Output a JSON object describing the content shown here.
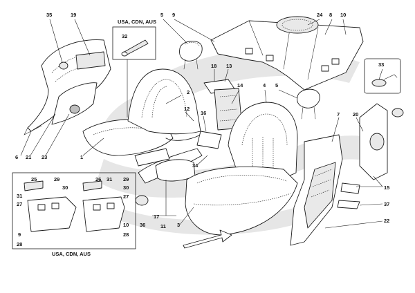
{
  "callouts": {
    "c35": "35",
    "c19": "19",
    "c5a": "5",
    "c9a": "9",
    "c24": "24",
    "c8": "8",
    "c10a": "10",
    "c32": "32",
    "c33": "33",
    "c18": "18",
    "c13": "13",
    "c2": "2",
    "c12": "12",
    "c14": "14",
    "c4": "4",
    "c5b": "5",
    "c7": "7",
    "c20": "20",
    "c16": "16",
    "c1": "1",
    "c6": "6",
    "c21": "21",
    "c23": "23",
    "c34": "34",
    "c15": "15",
    "c37": "37",
    "c22": "22",
    "c17": "17",
    "c11": "11",
    "c3": "3",
    "c36": "36",
    "i25": "25",
    "i29a": "29",
    "i31a": "31",
    "i30a": "30",
    "i27a": "27",
    "i9": "9",
    "i28a": "28",
    "i26": "26",
    "i31b": "31",
    "i29b": "29",
    "i30b": "30",
    "i27b": "27",
    "i10": "10",
    "i28b": "28"
  },
  "labels": {
    "top_inset": "USA, CDN, AUS",
    "bottom_inset": "USA, CDN, AUS"
  },
  "colors": {
    "line": "#1a1a1a",
    "watermark": "#e6e6e6",
    "background": "#ffffff"
  }
}
